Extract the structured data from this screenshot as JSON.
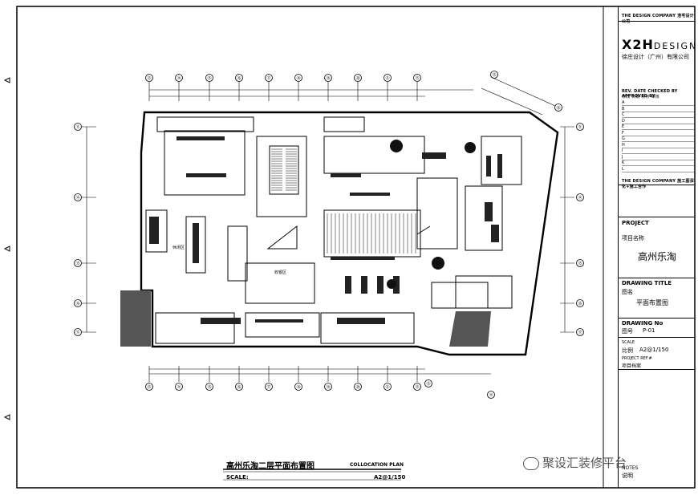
{
  "title_block": {
    "company_header": "THE DESIGN COMPANY",
    "company_header_cn": "浩宅设计公司",
    "logo_mark": "X2H",
    "logo_word": "DESIGN",
    "company_cn": "徐庄设计（广州）有限公司",
    "rev_header": "REV. DATE  CHECKED BY  APPROVED BY",
    "rev_header_cn": "修改  日期  校对  审核",
    "rev_letters": [
      "A",
      "B",
      "C",
      "D",
      "E",
      "F",
      "G",
      "H",
      "I",
      "J",
      "K",
      "L"
    ],
    "footer_line": "THE DESIGN COMPANY",
    "footer_line_cn": "施工图深化+施工合作",
    "project_label": "PROJECT",
    "project_label_cn": "项目名称",
    "project_name": "高州乐淘",
    "drawing_title_label": "DRAWING TITLE",
    "drawing_title_label_cn": "图名",
    "drawing_title": "平面布置图",
    "drawing_no_label": "DRAWING No",
    "drawing_no_label_cn": "图号",
    "drawing_no": "P-01",
    "scale_label": "SCALE",
    "scale_label_cn": "比例",
    "scale_value": "A2@1/150",
    "project_ref_label": "PROJECT REF.#",
    "project_ref_label_cn": "项目档案",
    "notes_label": "NOTES",
    "notes_label_cn": "说明"
  },
  "caption": {
    "title": "高州乐淘二层平面布置图",
    "title_en": "COLLOCATION PLAN",
    "scale_label": "SCALE:",
    "scale_value": "A2@1/150"
  },
  "plan": {
    "center_room_label": "收银区",
    "left_room_label": "休闲区",
    "grid_top_labels": [
      "⑬",
      "⑭",
      "⑮",
      "⑯",
      "⑰",
      "⑱",
      "⑲",
      "⑳",
      "㉑"
    ],
    "grid_left_labels": [
      "⑪",
      "⑭",
      "⑮",
      "⑯",
      "⑰"
    ]
  },
  "watermark": "聚设汇装修平台"
}
